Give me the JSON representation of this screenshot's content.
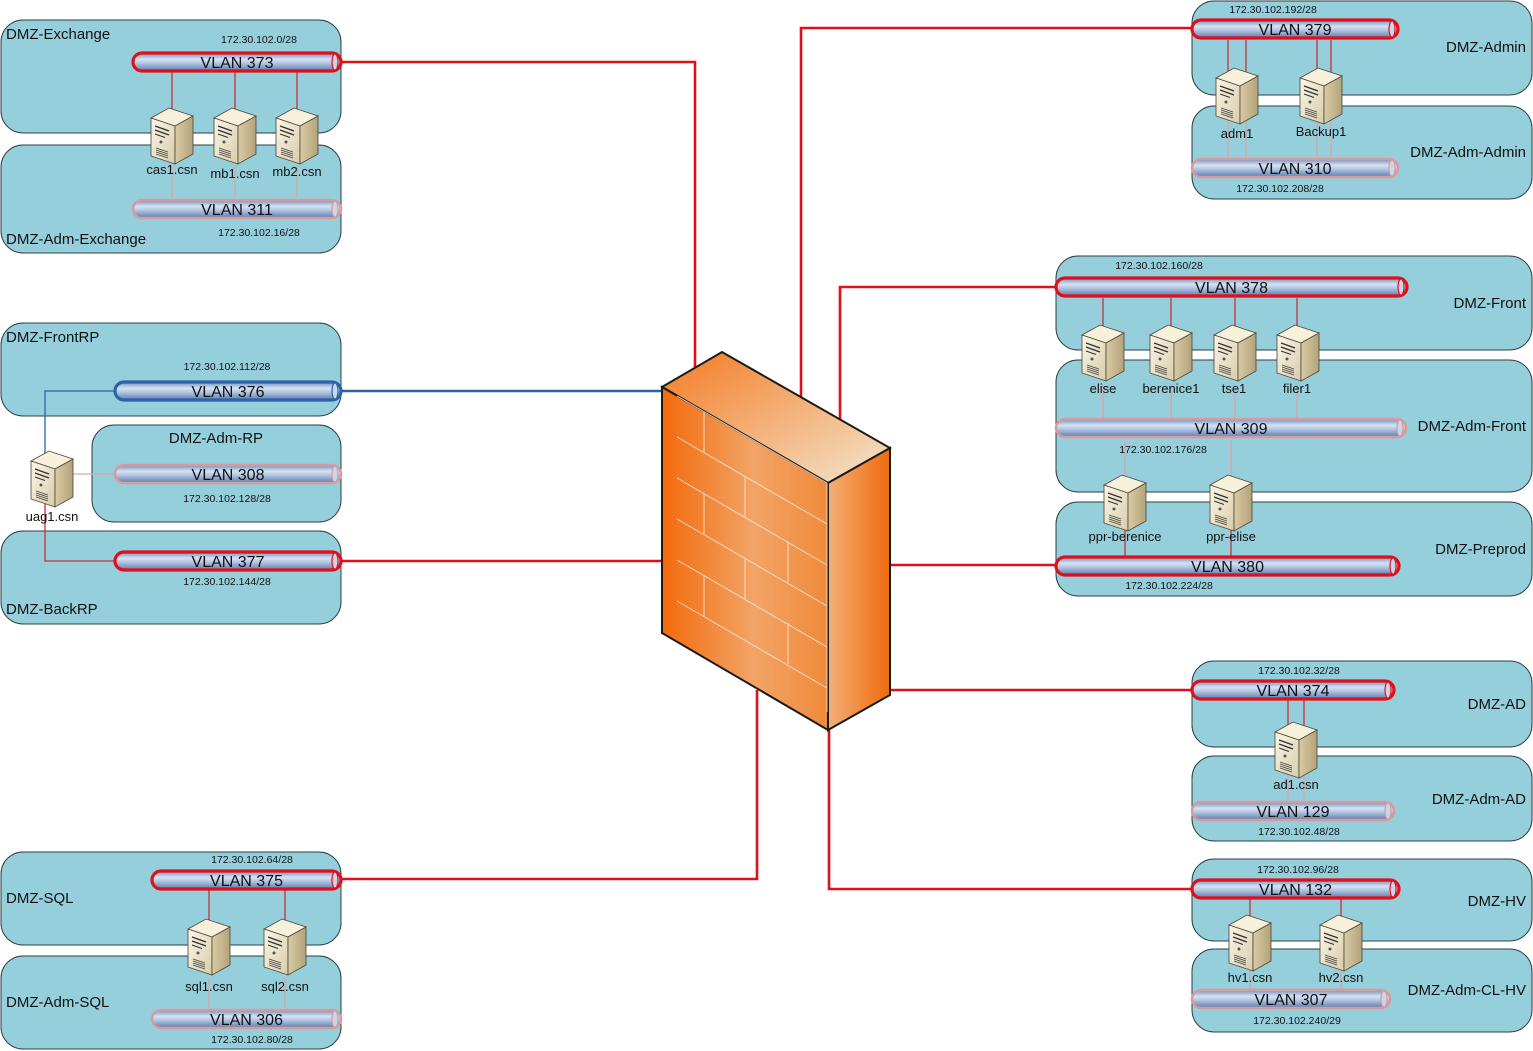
{
  "diagram": {
    "title": "DMZ network topology",
    "center_device": {
      "type": "firewall",
      "icon": "firewall-icon"
    },
    "colors": {
      "zone_fill": "#96cfdc",
      "link_prod": "#e0101a",
      "link_front": "#2d62a8",
      "link_admin": "#d89a9a",
      "firewall_orange": "#f47216"
    },
    "zones": [
      {
        "id": "dmz-exchange",
        "label": "DMZ-Exchange"
      },
      {
        "id": "dmz-adm-exchange",
        "label": "DMZ-Adm-Exchange"
      },
      {
        "id": "dmz-frontrp",
        "label": "DMZ-FrontRP"
      },
      {
        "id": "dmz-adm-rp",
        "label": "DMZ-Adm-RP"
      },
      {
        "id": "dmz-backrp",
        "label": "DMZ-BackRP"
      },
      {
        "id": "dmz-sql",
        "label": "DMZ-SQL"
      },
      {
        "id": "dmz-adm-sql",
        "label": "DMZ-Adm-SQL"
      },
      {
        "id": "dmz-admin",
        "label": "DMZ-Admin"
      },
      {
        "id": "dmz-adm-admin",
        "label": "DMZ-Adm-Admin"
      },
      {
        "id": "dmz-front",
        "label": "DMZ-Front"
      },
      {
        "id": "dmz-adm-front",
        "label": "DMZ-Adm-Front"
      },
      {
        "id": "dmz-preprod",
        "label": "DMZ-Preprod"
      },
      {
        "id": "dmz-ad",
        "label": "DMZ-AD"
      },
      {
        "id": "dmz-adm-ad",
        "label": "DMZ-Adm-AD"
      },
      {
        "id": "dmz-hv",
        "label": "DMZ-HV"
      },
      {
        "id": "dmz-adm-cl-hv",
        "label": "DMZ-Adm-CL-HV"
      }
    ],
    "vlans": [
      {
        "id": "v373",
        "label": "VLAN 373",
        "subnet": "172.30.102.0/28",
        "kind": "prod",
        "zone": "DMZ-Exchange"
      },
      {
        "id": "v311",
        "label": "VLAN 311",
        "subnet": "172.30.102.16/28",
        "kind": "admin",
        "zone": "DMZ-Adm-Exchange"
      },
      {
        "id": "v376",
        "label": "VLAN 376",
        "subnet": "172.30.102.112/28",
        "kind": "front",
        "zone": "DMZ-FrontRP"
      },
      {
        "id": "v308",
        "label": "VLAN 308",
        "subnet": "172.30.102.128/28",
        "kind": "admin",
        "zone": "DMZ-Adm-RP"
      },
      {
        "id": "v377",
        "label": "VLAN 377",
        "subnet": "172.30.102.144/28",
        "kind": "prod",
        "zone": "DMZ-BackRP"
      },
      {
        "id": "v375",
        "label": "VLAN 375",
        "subnet": "172.30.102.64/28",
        "kind": "prod",
        "zone": "DMZ-SQL"
      },
      {
        "id": "v306",
        "label": "VLAN 306",
        "subnet": "172.30.102.80/28",
        "kind": "admin",
        "zone": "DMZ-Adm-SQL"
      },
      {
        "id": "v379",
        "label": "VLAN 379",
        "subnet": "172.30.102.192/28",
        "kind": "prod",
        "zone": "DMZ-Admin"
      },
      {
        "id": "v310",
        "label": "VLAN 310",
        "subnet": "172.30.102.208/28",
        "kind": "admin",
        "zone": "DMZ-Adm-Admin"
      },
      {
        "id": "v378",
        "label": "VLAN 378",
        "subnet": "172.30.102.160/28",
        "kind": "prod",
        "zone": "DMZ-Front"
      },
      {
        "id": "v309",
        "label": "VLAN 309",
        "subnet": "172.30.102.176/28",
        "kind": "admin",
        "zone": "DMZ-Adm-Front"
      },
      {
        "id": "v380",
        "label": "VLAN 380",
        "subnet": "172.30.102.224/28",
        "kind": "prod",
        "zone": "DMZ-Preprod"
      },
      {
        "id": "v374",
        "label": "VLAN 374",
        "subnet": "172.30.102.32/28",
        "kind": "prod",
        "zone": "DMZ-AD"
      },
      {
        "id": "v129",
        "label": "VLAN 129",
        "subnet": "172.30.102.48/28",
        "kind": "admin",
        "zone": "DMZ-Adm-AD"
      },
      {
        "id": "v132",
        "label": "VLAN 132",
        "subnet": "172.30.102.96/28",
        "kind": "prod",
        "zone": "DMZ-HV"
      },
      {
        "id": "v307",
        "label": "VLAN 307",
        "subnet": "172.30.102.240/29",
        "kind": "admin",
        "zone": "DMZ-Adm-CL-HV"
      }
    ],
    "hosts": [
      {
        "id": "cas1",
        "label": "cas1.csn",
        "icon": "server-icon",
        "vlans": [
          "VLAN 373",
          "VLAN 311"
        ]
      },
      {
        "id": "mb1",
        "label": "mb1.csn",
        "icon": "server-icon",
        "vlans": [
          "VLAN 373",
          "VLAN 311"
        ]
      },
      {
        "id": "mb2",
        "label": "mb2.csn",
        "icon": "server-icon",
        "vlans": [
          "VLAN 373",
          "VLAN 311"
        ]
      },
      {
        "id": "uag1",
        "label": "uag1.csn",
        "icon": "server-icon",
        "vlans": [
          "VLAN 376",
          "VLAN 308",
          "VLAN 377"
        ]
      },
      {
        "id": "sql1",
        "label": "sql1.csn",
        "icon": "server-icon",
        "vlans": [
          "VLAN 375",
          "VLAN 306"
        ]
      },
      {
        "id": "sql2",
        "label": "sql2.csn",
        "icon": "server-icon",
        "vlans": [
          "VLAN 375",
          "VLAN 306"
        ]
      },
      {
        "id": "adm1",
        "label": "adm1",
        "icon": "server-icon",
        "vlans": [
          "VLAN 379",
          "VLAN 310"
        ]
      },
      {
        "id": "backup1",
        "label": "Backup1",
        "icon": "server-icon",
        "vlans": [
          "VLAN 379",
          "VLAN 310"
        ]
      },
      {
        "id": "elise",
        "label": "elise",
        "icon": "server-icon",
        "vlans": [
          "VLAN 378",
          "VLAN 309"
        ]
      },
      {
        "id": "berenice1",
        "label": "berenice1",
        "icon": "server-icon",
        "vlans": [
          "VLAN 378",
          "VLAN 309"
        ]
      },
      {
        "id": "tse1",
        "label": "tse1",
        "icon": "server-icon",
        "vlans": [
          "VLAN 378",
          "VLAN 309"
        ]
      },
      {
        "id": "filer1",
        "label": "filer1",
        "icon": "server-icon",
        "vlans": [
          "VLAN 378",
          "VLAN 309"
        ]
      },
      {
        "id": "ppr-berenice",
        "label": "ppr-berenice",
        "icon": "server-icon",
        "vlans": [
          "VLAN 309",
          "VLAN 380"
        ]
      },
      {
        "id": "ppr-elise",
        "label": "ppr-elise",
        "icon": "server-icon",
        "vlans": [
          "VLAN 309",
          "VLAN 380"
        ]
      },
      {
        "id": "ad1",
        "label": "ad1.csn",
        "icon": "server-icon",
        "vlans": [
          "VLAN 374",
          "VLAN 129"
        ]
      },
      {
        "id": "hv1",
        "label": "hv1.csn",
        "icon": "server-icon",
        "vlans": [
          "VLAN 132",
          "VLAN 307"
        ]
      },
      {
        "id": "hv2",
        "label": "hv2.csn",
        "icon": "server-icon",
        "vlans": [
          "VLAN 132",
          "VLAN 307"
        ]
      }
    ],
    "firewall_links": [
      "VLAN 373",
      "VLAN 376",
      "VLAN 377",
      "VLAN 375",
      "VLAN 379",
      "VLAN 378",
      "VLAN 380",
      "VLAN 374",
      "VLAN 132"
    ]
  }
}
